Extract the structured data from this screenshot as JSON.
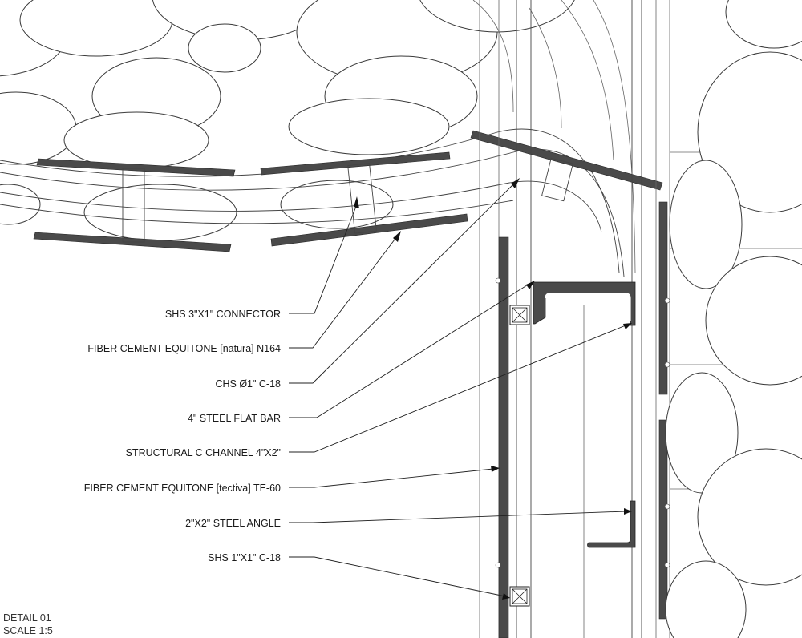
{
  "detail": {
    "title": "DETAIL 01",
    "scale": "SCALE 1:5"
  },
  "callouts": [
    {
      "id": "shs-3x1-connector",
      "label": "SHS 3\"X1\" CONNECTOR"
    },
    {
      "id": "fiber-cement-natura",
      "label": "FIBER CEMENT EQUITONE [natura] N164"
    },
    {
      "id": "chs-1-c18",
      "label": "CHS Ø1\" C-18"
    },
    {
      "id": "steel-flat-bar-4",
      "label": "4\" STEEL FLAT BAR"
    },
    {
      "id": "structural-c-channel",
      "label": "STRUCTURAL C CHANNEL 4\"X2\""
    },
    {
      "id": "fiber-cement-tectiva",
      "label": "FIBER CEMENT EQUITONE [tectiva] TE-60"
    },
    {
      "id": "steel-angle-2x2",
      "label": "2\"X2\" STEEL ANGLE"
    },
    {
      "id": "shs-1x1-c18",
      "label": "SHS 1\"X1\" C-18"
    }
  ],
  "colors": {
    "line": "#3a3a3a",
    "panel_fill": "#4a4a4a",
    "background": "#ffffff"
  }
}
